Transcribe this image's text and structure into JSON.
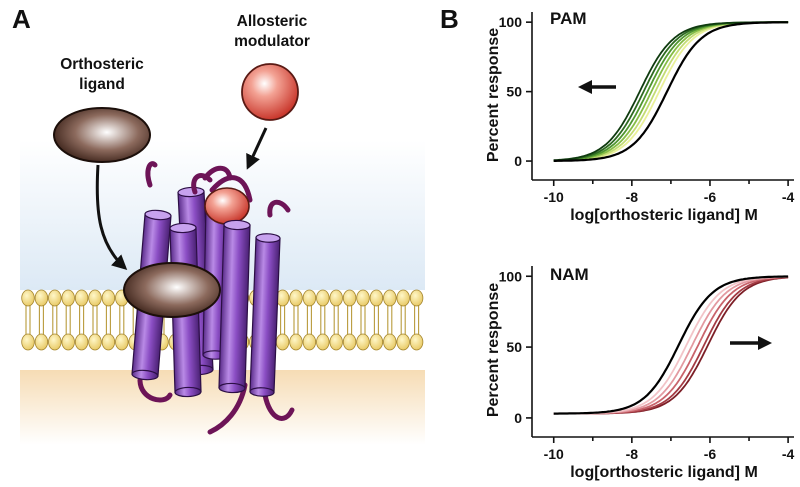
{
  "panel_a": {
    "letter": "A",
    "ligand_label_line1": "Orthosteric",
    "ligand_label_line2": "ligand",
    "modulator_label_line1": "Allosteric",
    "modulator_label_line2": "modulator"
  },
  "panel_b": {
    "letter": "B"
  },
  "colors": {
    "pam_series": [
      "#000000",
      "#0f3b0f",
      "#2e6b21",
      "#4f962f",
      "#86bd45",
      "#c3dc74",
      "#eaf19a"
    ],
    "nam_series": [
      "#000000",
      "#f2c4c8",
      "#e39aa1",
      "#c9646c",
      "#a43b44",
      "#7d1f27"
    ],
    "receptor": "#8b4ec4",
    "loops": "#6d1457",
    "ligand": "#5a3a2e",
    "modulator": "#e2675b"
  },
  "chart_data": [
    {
      "type": "line",
      "tag": "PAM",
      "xlabel": "log[orthosteric ligand] M",
      "ylabel": "Percent response",
      "xlim": [
        -10.3,
        -3.9
      ],
      "ylim": [
        -5,
        103
      ],
      "xticks": [
        "-10",
        "-8",
        "-6",
        "-4"
      ],
      "yticks": [
        "0",
        "50",
        "100"
      ],
      "arrow_direction": "left",
      "series": [
        {
          "ec50": -7.1,
          "hill": 1.0
        },
        {
          "ec50": -7.8,
          "hill": 1.0
        },
        {
          "ec50": -7.7,
          "hill": 1.0
        },
        {
          "ec50": -7.6,
          "hill": 1.0
        },
        {
          "ec50": -7.5,
          "hill": 1.0
        },
        {
          "ec50": -7.4,
          "hill": 1.0
        },
        {
          "ec50": -7.3,
          "hill": 1.0
        }
      ]
    },
    {
      "type": "line",
      "tag": "NAM",
      "xlabel": "log[orthosteric ligand] M",
      "ylabel": "Percent response",
      "xlim": [
        -10.3,
        -3.9
      ],
      "ylim": [
        -5,
        103
      ],
      "xticks": [
        "-10",
        "-8",
        "-6",
        "-4"
      ],
      "yticks": [
        "0",
        "50",
        "100"
      ],
      "arrow_direction": "right",
      "baseline": 3,
      "series": [
        {
          "ec50": -6.8,
          "hill": 1.0
        },
        {
          "ec50": -6.6,
          "hill": 1.0
        },
        {
          "ec50": -6.45,
          "hill": 1.0
        },
        {
          "ec50": -6.3,
          "hill": 1.0
        },
        {
          "ec50": -6.15,
          "hill": 1.0
        },
        {
          "ec50": -6.05,
          "hill": 1.0
        }
      ]
    }
  ]
}
